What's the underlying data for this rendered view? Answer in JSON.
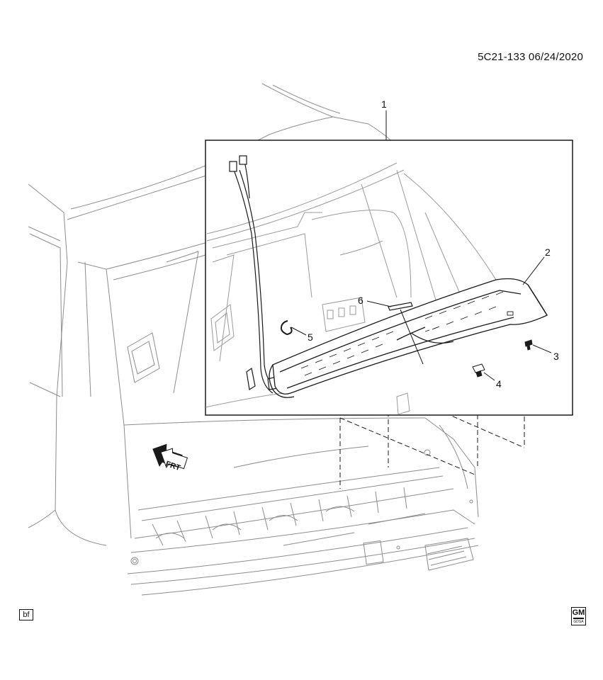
{
  "document": {
    "id_date": "5C21-133  06/24/2020",
    "corner_tag": "bf",
    "logo": {
      "main": "GM",
      "sub": "GDSA"
    }
  },
  "callouts": {
    "c1": "1",
    "c2": "2",
    "c3": "3",
    "c4": "4",
    "c5": "5",
    "c6": "6"
  },
  "orientation": {
    "frt": "FRT",
    "icon": "front-arrow-icon"
  },
  "colors": {
    "line": "#1a1a1a",
    "light_line": "#9a9a9a",
    "fill": "#ffffff"
  }
}
